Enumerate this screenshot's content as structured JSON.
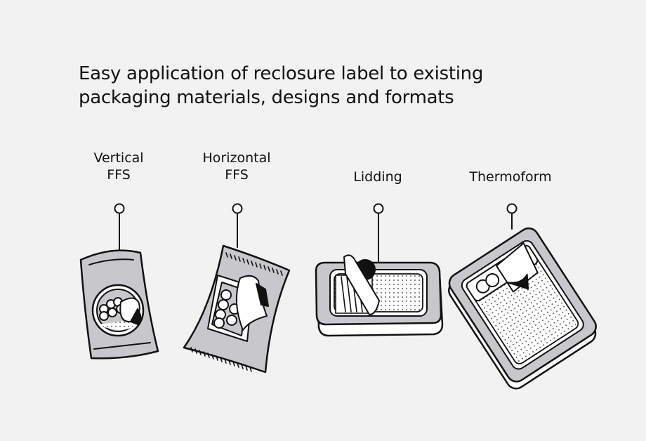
{
  "title": {
    "line1": "Easy application of reclosure label to existing",
    "line2": "packaging materials, designs and formats"
  },
  "formats": [
    {
      "line1": "Vertical",
      "line2": "FFS"
    },
    {
      "line1": "Horizontal",
      "line2": "FFS"
    },
    {
      "line1": "Lidding",
      "line2": ""
    },
    {
      "line1": "Thermoform",
      "line2": ""
    }
  ],
  "colors": {
    "background": "#f2f2f2",
    "pack_gray": "#c8c8cc",
    "stroke": "#111111"
  }
}
